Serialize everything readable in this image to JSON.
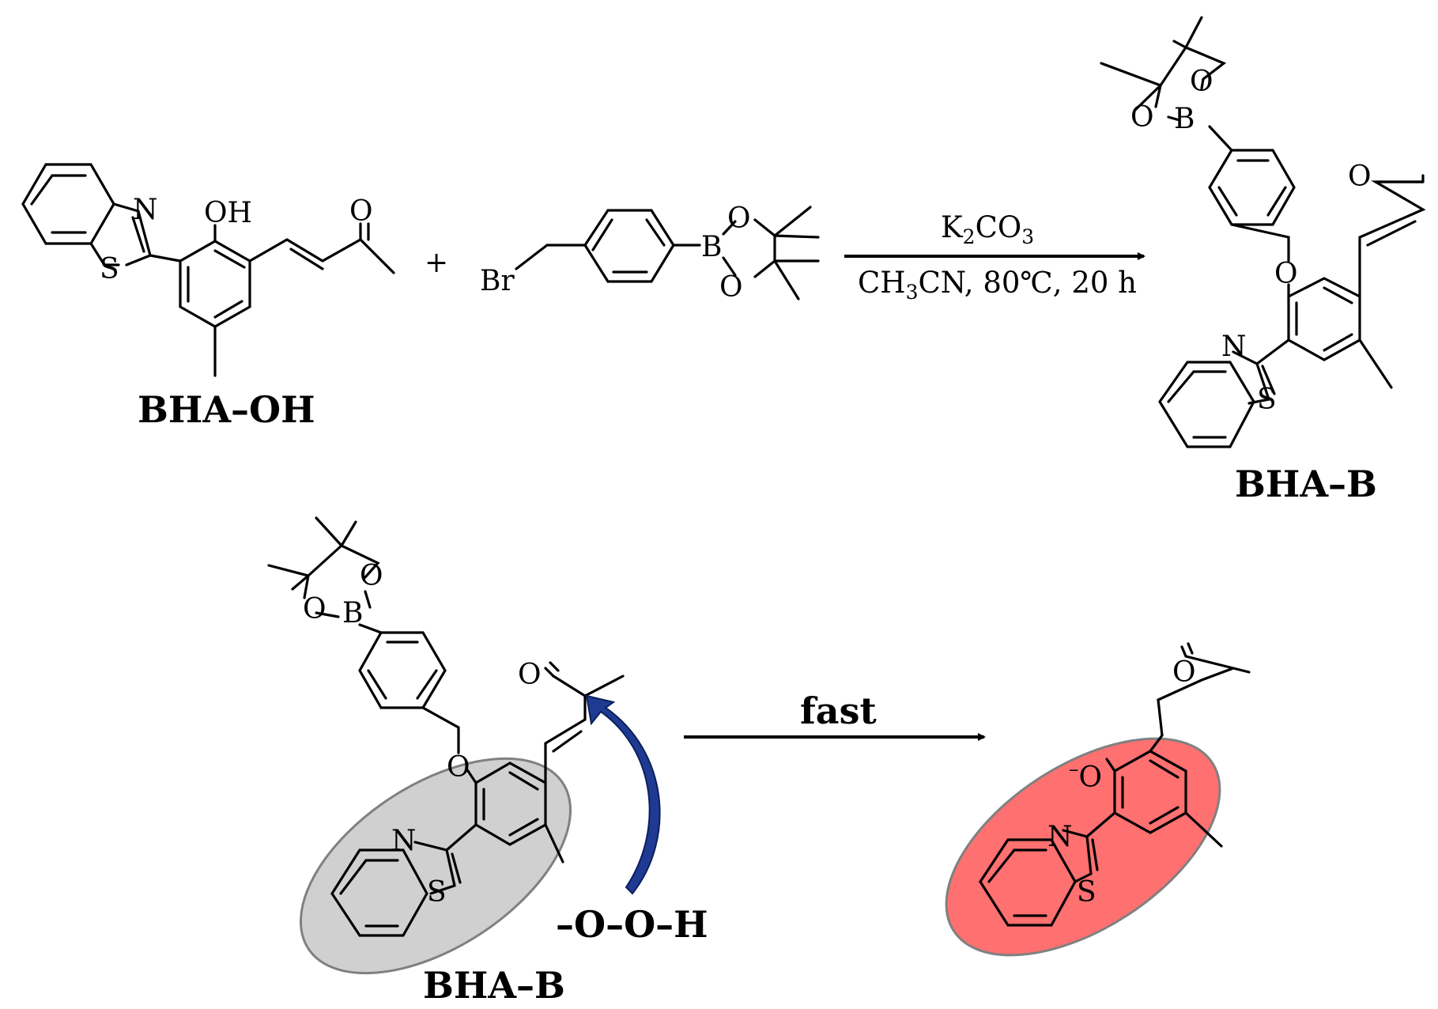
{
  "reaction1": {
    "reactant1_label": "BHA–OH",
    "plus": "+",
    "reagent_prefix": "K",
    "reagent_sub1": "2",
    "reagent_mid": "CO",
    "reagent_sub2": "3",
    "solvent_prefix": "CH",
    "solvent_sub": "3",
    "solvent_rest": "CN, 80℃, 20 h",
    "product_label": "BHA–B"
  },
  "reaction2": {
    "reactant_label": "BHA–B",
    "arrow_label": "fast",
    "nucleophile": "–O–O–H",
    "nucleophile_charge": "–",
    "phenolate_charge": "–",
    "phenolate_o": "O"
  },
  "atoms": {
    "N": "N",
    "S": "S",
    "O": "O",
    "OH": "OH",
    "B": "B",
    "Br": "Br"
  },
  "colors": {
    "highlight_gray": "#d0d0d0",
    "highlight_red": "#ff7070",
    "curved_arrow": "#1f3a93"
  }
}
